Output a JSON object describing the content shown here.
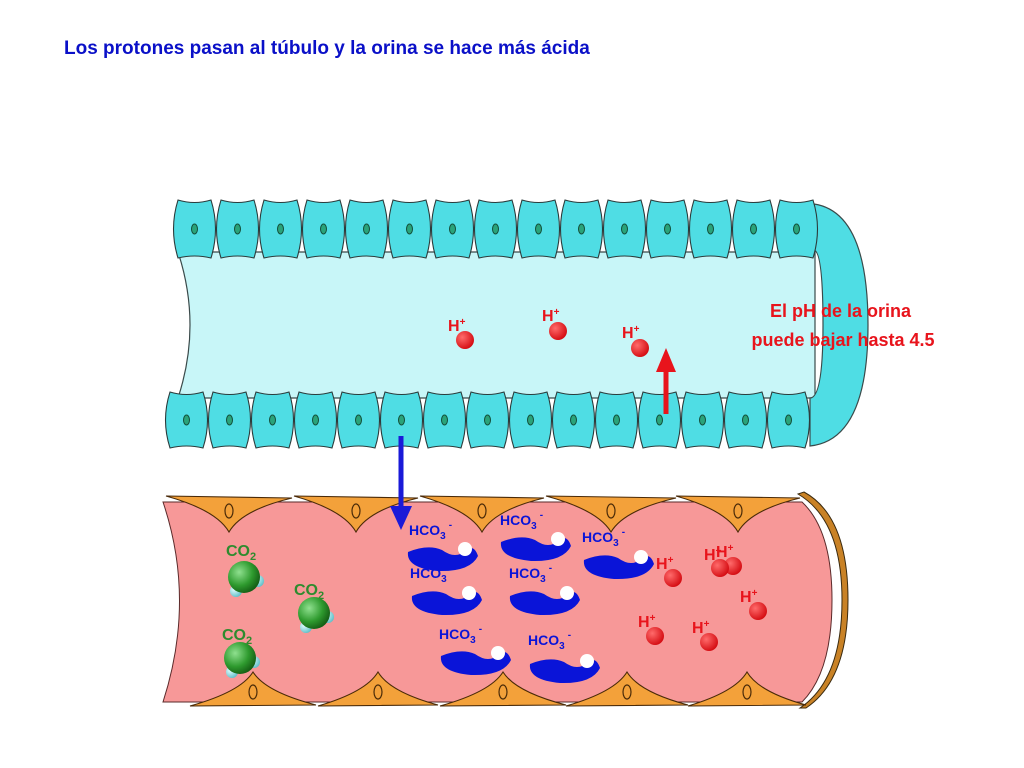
{
  "slide": {
    "title": "Los protones pasan al túbulo y la orina se hace más ácida"
  },
  "tubule": {
    "annotation_lines": [
      "El pH de la orina",
      "puede bajar hasta 4.5"
    ],
    "proton_label": "H",
    "proton_charge": "+",
    "lumen_proton_count": 3
  },
  "capillary": {
    "co2_label": "CO",
    "co2_subscript": "2",
    "co2_count": 3,
    "bicarbonate_label": "HCO",
    "bicarbonate_subscript": "3",
    "bicarbonate_charge": "-",
    "bicarbonate_count": 7,
    "proton_label": "H",
    "proton_charge": "+",
    "proton_count": 6
  },
  "colors": {
    "title": "#0a10c8",
    "tubule_cell": "#4fdde4",
    "tubule_lumen": "#c8f6f8",
    "cell_nucleus": "#2aa37a",
    "capillary_blood": "#f79898",
    "endothelial_cell": "#f3a13a",
    "proton": "#e8141c",
    "proton_arrow": "#e8141c",
    "transport_arrow": "#1a1ad8",
    "bicarbonate_carrier": "#0a14d8",
    "co2_molecule": "#2e8b2e",
    "co2_label": "#2e8b2e",
    "annotation": "#e8141c"
  }
}
